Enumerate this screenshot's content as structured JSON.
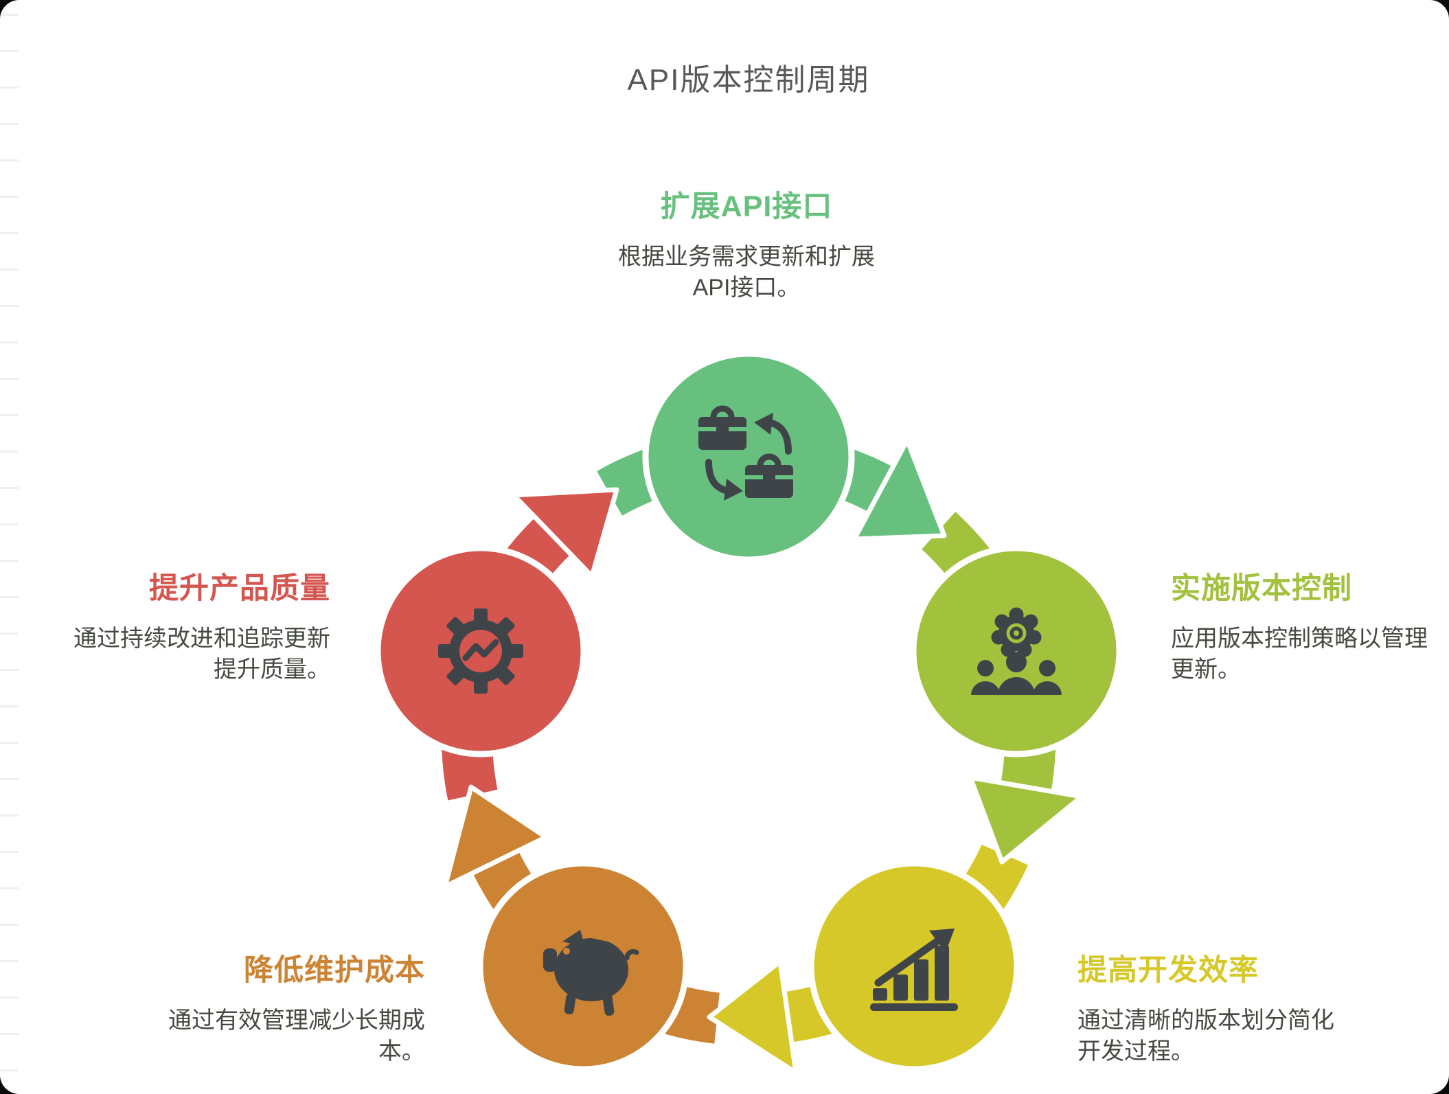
{
  "page": {
    "title": "API版本控制周期",
    "background": "#0a0a0a",
    "card_color": "#ffffff",
    "title_color": "#57585a",
    "text_color": "#454a41",
    "icon_color": "#3f4449",
    "outline_color": "#ffffff"
  },
  "nodes": [
    {
      "label": "扩展API接口",
      "desc_lines": [
        "根据业务需求更新和扩展",
        "API接口。"
      ],
      "color": "#68c07f",
      "icon": "briefcase-exchange-icon"
    },
    {
      "label": "实施版本控制",
      "desc_lines": [
        "应用版本控制策略以管理",
        "更新。"
      ],
      "color": "#a2c13d",
      "icon": "team-gear-icon"
    },
    {
      "label": "提高开发效率",
      "desc_lines": [
        "通过清晰的版本划分简化",
        "开发过程。"
      ],
      "color": "#d7c829",
      "icon": "growth-chart-icon"
    },
    {
      "label": "降低维护成本",
      "desc_lines": [
        "通过有效管理减少长期成",
        "本。"
      ],
      "color": "#cc8434",
      "icon": "piggy-bank-icon"
    },
    {
      "label": "提升产品质量",
      "desc_lines": [
        "通过持续改进和追踪更新",
        "提升质量。"
      ],
      "color": "#d5564f",
      "icon": "gear-trend-icon"
    }
  ]
}
